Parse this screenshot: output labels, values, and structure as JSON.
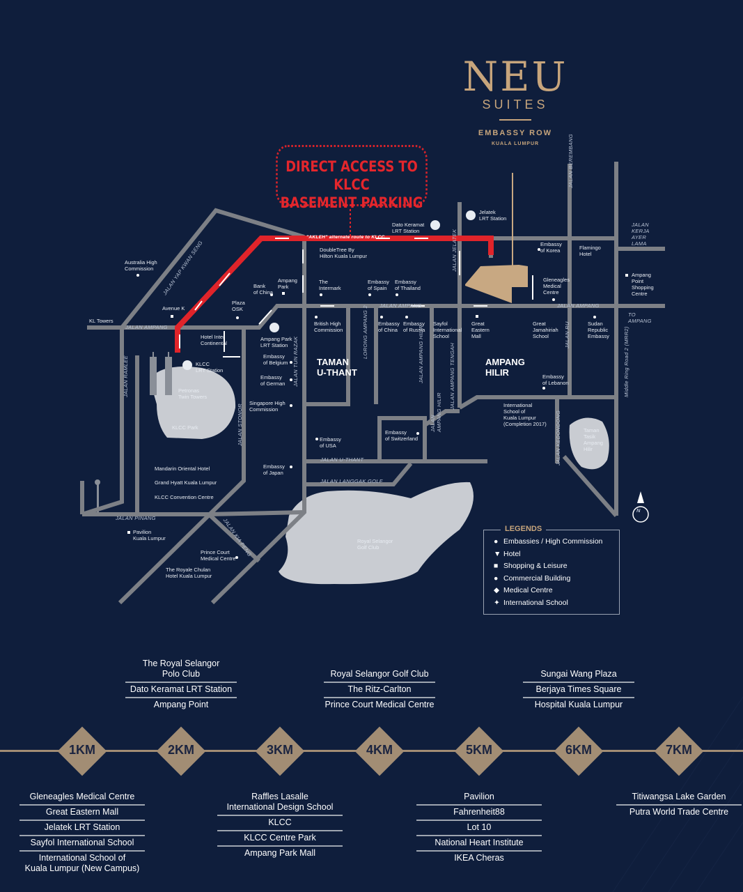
{
  "brand": {
    "name": "NEU",
    "sub": "SUITES",
    "tagline": "EMBASSY ROW",
    "city": "KUALA LUMPUR",
    "gold": "#c7a57c"
  },
  "callout": {
    "line1": "DIRECT ACCESS TO KLCC",
    "line2": "BASEMENT PARKING",
    "route_label": "\"AKLEH\" alternate route to KLCC",
    "color": "#e0242a"
  },
  "areas": [
    "TAMAN\nU-THANT",
    "AMPANG\nHILIR"
  ],
  "roads": [
    "JALAN YAP KWAN SENG",
    "JALAN AMPANG",
    "JALAN AMPANG",
    "JALAN AMPANG",
    "JALAN RAMLEE",
    "JALAN PINANG",
    "JALAN STONOR",
    "JALAN KIA PENG",
    "JALAN TUN RAZAK",
    "LORONG AMPANG 2",
    "JALAN AMPANG HILIR",
    "JALAN AMPANG TENGAH",
    "JALAN\nAMPANG HILIR",
    "JALAN U-THANT",
    "JALAN LANGGAK GOLF",
    "JALAN JELATEK",
    "JALAN BEREMBANG",
    "JALAN RU",
    "JALAN KEDONDONG",
    "JALAN\nKERJA\nAYER\nLAMA",
    "TO\nAMPANG",
    "Middle Ring Road 2 (MRR2)"
  ],
  "labels": [
    "Australia High\nCommission",
    "KL Towers",
    "Avenue K",
    "Plaza\nOSK",
    "Bank\nof China",
    "Ampang\nPark",
    "Hotel Inter\nContinental",
    "Ampang Park\nLRT Station",
    "KLCC\nLRT Station",
    "Petronas\nTwin Towers",
    "KLCC Park",
    "Dato Keramat\nLRT Station",
    "Jelatek\nLRT Station",
    "DoubleTree By\nHilton Kuala Lumpur",
    "The\nIntermark",
    "Embassy\nof Spain",
    "Embassy\nof Thailand",
    "Embassy\nof Korea",
    "Flamingo\nHotel",
    "Gleneagles\nMedical\nCentre",
    "Ampang\nPoint\nShopping\nCentre",
    "British High\nCommission",
    "Embassy\nof China",
    "Embassy\nof Russia",
    "Sayfol\nInternational\nSchool",
    "Great\nEastern\nMall",
    "Great\nJamahiriah\nSchool",
    "Sudan\nRepublic\nEmbassy",
    "Embassy\nof Belgium",
    "Embassy\nof German",
    "Singapore High\nCommission",
    "Embassy\nof Lebanon",
    "International\nSchool of\nKuala Lumpur\n(Completion 2017)",
    "Embassy\nof Switzerland",
    "Embassy\nof USA",
    "Embassy\nof Japan",
    "Mandarin Oriental Hotel",
    "Grand Hyatt Kuala Lumpur",
    "KLCC Convention Centre",
    "Pavilion\nKuala Lumpur",
    "Prince Court\nMedical Centre",
    "The Royale Chulan\nHotel Kuala Lumpur",
    "Royal Selangor\nGolf Club",
    "Taman\nTasik\nAmpang\nHilir"
  ],
  "compass": "N",
  "legend": {
    "title": "LEGENDS",
    "items": [
      {
        "symbol": "●",
        "label": "Embassies / High Commission"
      },
      {
        "symbol": "▼",
        "label": "Hotel"
      },
      {
        "symbol": "■",
        "label": "Shopping & Leisure"
      },
      {
        "symbol": "●",
        "label": "Commercial Building"
      },
      {
        "symbol": "◆",
        "label": "Medical Centre"
      },
      {
        "symbol": "✦",
        "label": "International School"
      }
    ]
  },
  "distances": [
    {
      "km": "1KM",
      "below": [
        "Gleneagles Medical Centre",
        "Great Eastern Mall",
        "Jelatek LRT Station",
        "Sayfol International School",
        "International School of\nKuala Lumpur (New Campus)"
      ]
    },
    {
      "km": "2KM",
      "above": [
        "The Royal Selangor\nPolo Club",
        "Dato Keramat LRT Station",
        "Ampang Point"
      ]
    },
    {
      "km": "3KM",
      "below": [
        "Raffles Lasalle\nInternational Design School",
        "KLCC",
        "KLCC Centre Park",
        "Ampang Park Mall"
      ]
    },
    {
      "km": "4KM",
      "above": [
        "Royal Selangor Golf Club",
        "The Ritz-Carlton",
        "Prince Court Medical Centre"
      ]
    },
    {
      "km": "5KM",
      "below": [
        "Pavilion",
        "Fahrenheit88",
        "Lot 10",
        "National Heart Institute",
        "IKEA Cheras"
      ]
    },
    {
      "km": "6KM",
      "above": [
        "Sungai Wang Plaza",
        "Berjaya Times Square",
        "Hospital Kuala Lumpur"
      ]
    },
    {
      "km": "7KM",
      "below": [
        "Titiwangsa Lake Garden",
        "Putra World Trade Centre"
      ]
    }
  ]
}
